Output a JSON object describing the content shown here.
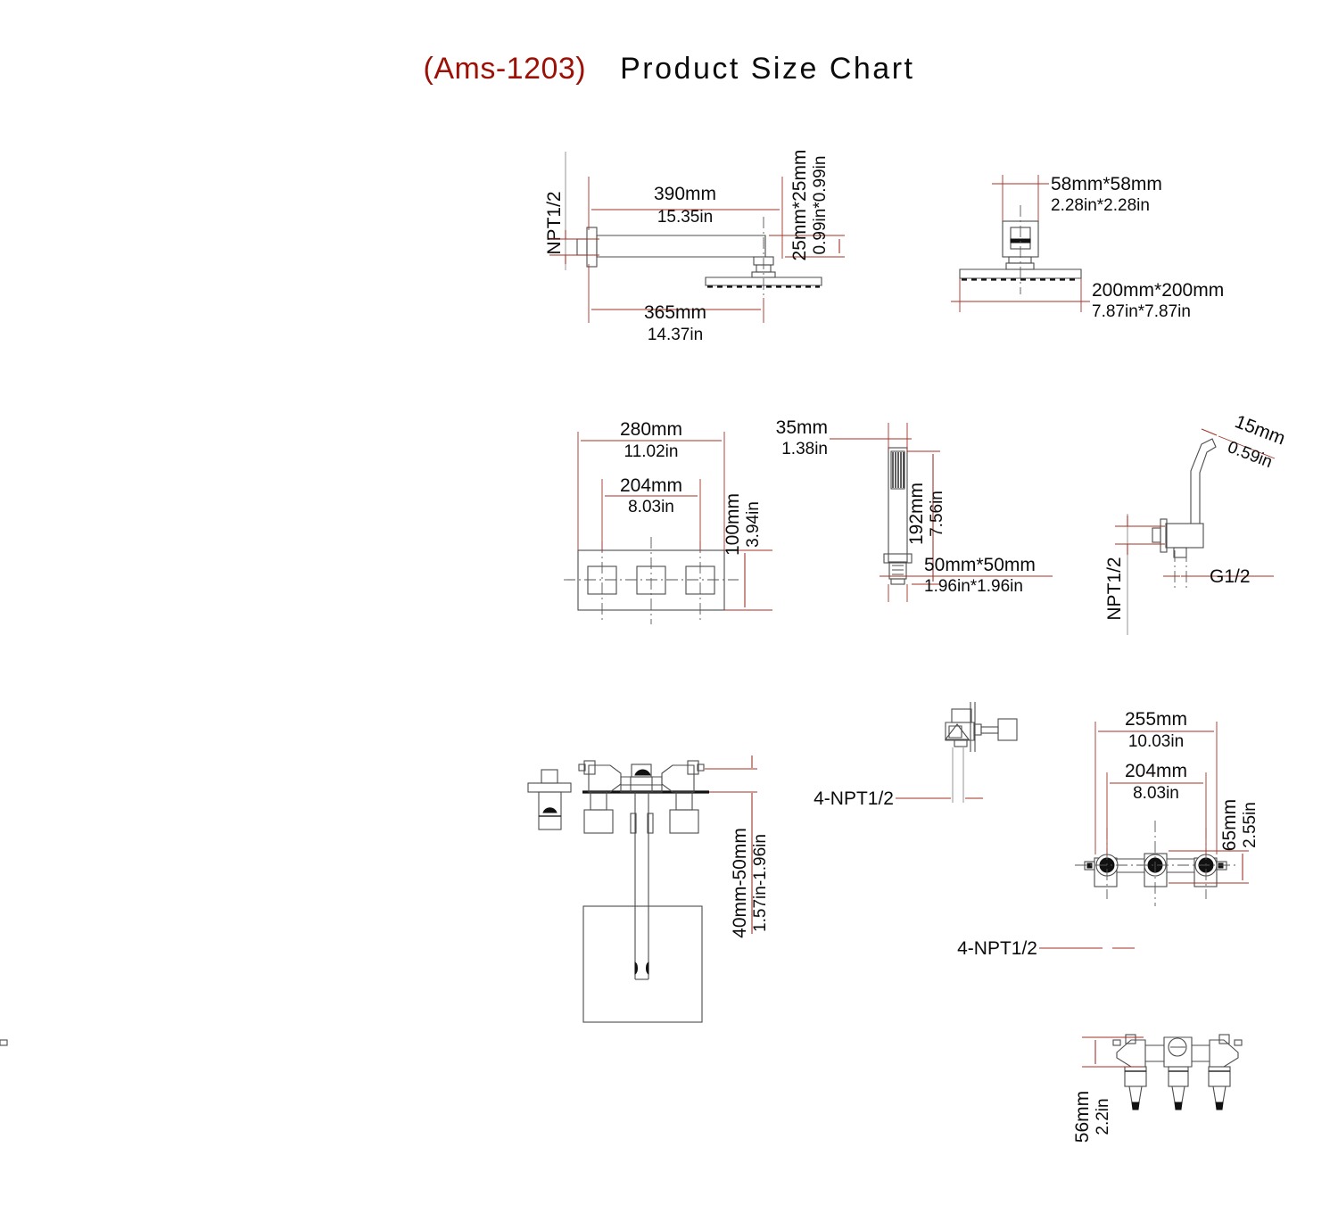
{
  "title": {
    "code": "(Ams-1203)",
    "main": "Product Size Chart",
    "code_color": "#9c1006",
    "main_color": "#0b0b0b"
  },
  "diagrams": {
    "shower_arm": {
      "name": "shower-arm-side-view",
      "labels": {
        "inlet_thread": "NPT1/2",
        "arm_length_mm": "390mm",
        "arm_length_in": "15.35in",
        "arm_section_mm": "25mm*25mm",
        "arm_section_in": "0.99in*0.99in",
        "reach_mm": "365mm",
        "reach_in": "14.37in"
      }
    },
    "shower_head_front": {
      "name": "shower-head-front-view",
      "labels": {
        "bracket_mm": "58mm*58mm",
        "bracket_in": "2.28in*2.28in",
        "panel_mm": "200mm*200mm",
        "panel_in": "7.87in*7.87in"
      }
    },
    "valve_plate": {
      "name": "valve-trim-plate-front-view",
      "labels": {
        "width_mm": "280mm",
        "width_in": "11.02in",
        "spacing_mm": "204mm",
        "spacing_in": "8.03in",
        "height_mm": "100mm",
        "height_in": "3.94in"
      }
    },
    "handheld": {
      "name": "handheld-shower-side-view",
      "labels": {
        "head_width_mm": "35mm",
        "head_width_in": "1.38in",
        "length_mm": "192mm",
        "length_in": "7.56in",
        "base_mm": "50mm*50mm",
        "base_in": "1.96in*1.96in"
      }
    },
    "hose_outlet": {
      "name": "hose-outlet-side-view",
      "labels": {
        "tube_mm": "15mm",
        "tube_in": "0.59in",
        "wall_thread": "NPT1/2",
        "outlet_thread": "G1/2"
      }
    },
    "wall_faucet": {
      "name": "wall-mount-faucet-side-view",
      "labels": {
        "wall_depth_mm": "40mm-50mm",
        "wall_depth_in": "1.57in-1.96in"
      }
    },
    "valve_side": {
      "name": "rough-in-valve-side-view",
      "labels": {
        "thread": "4-NPT1/2"
      }
    },
    "valve_top": {
      "name": "rough-in-valve-top-view",
      "labels": {
        "overall_mm": "255mm",
        "overall_in": "10.03in",
        "spacing_mm": "204mm",
        "spacing_in": "8.03in",
        "depth_mm": "65mm",
        "depth_in": "2.55in",
        "thread": "4-NPT1/2"
      }
    },
    "valve_front": {
      "name": "rough-in-valve-front-view",
      "labels": {
        "height_mm": "56mm",
        "height_in": "2.2in"
      }
    }
  },
  "colors": {
    "dimension_line": "#a33226",
    "outline": "#4c4c4c",
    "text": "#0b0b0b",
    "background": "#ffffff"
  }
}
